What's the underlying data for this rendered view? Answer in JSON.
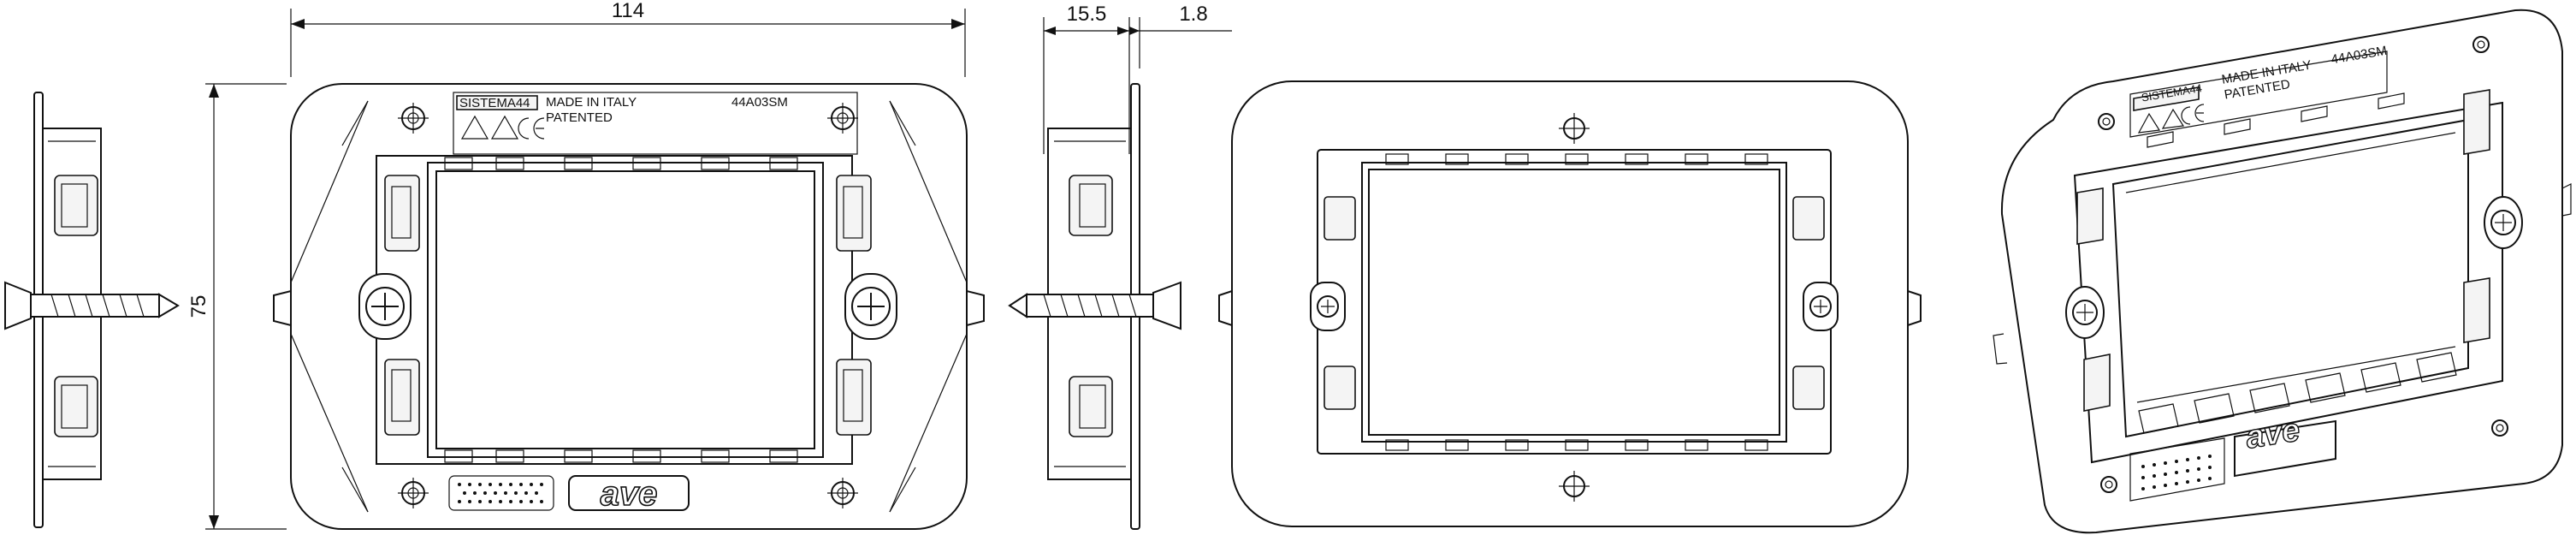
{
  "dimensions": {
    "width": "114",
    "height": "75",
    "depth": "15.5",
    "plate_thickness": "1.8"
  },
  "plate_label": {
    "system": "SISTEMA44",
    "made_in": "MADE IN ITALY",
    "patented": "PATENTED",
    "code": "44A03SM"
  },
  "brand": "ave",
  "icons": [
    "screw-icon",
    "mounting-hole-icon",
    "ce-mark-icon",
    "tuv-mark-icon"
  ]
}
